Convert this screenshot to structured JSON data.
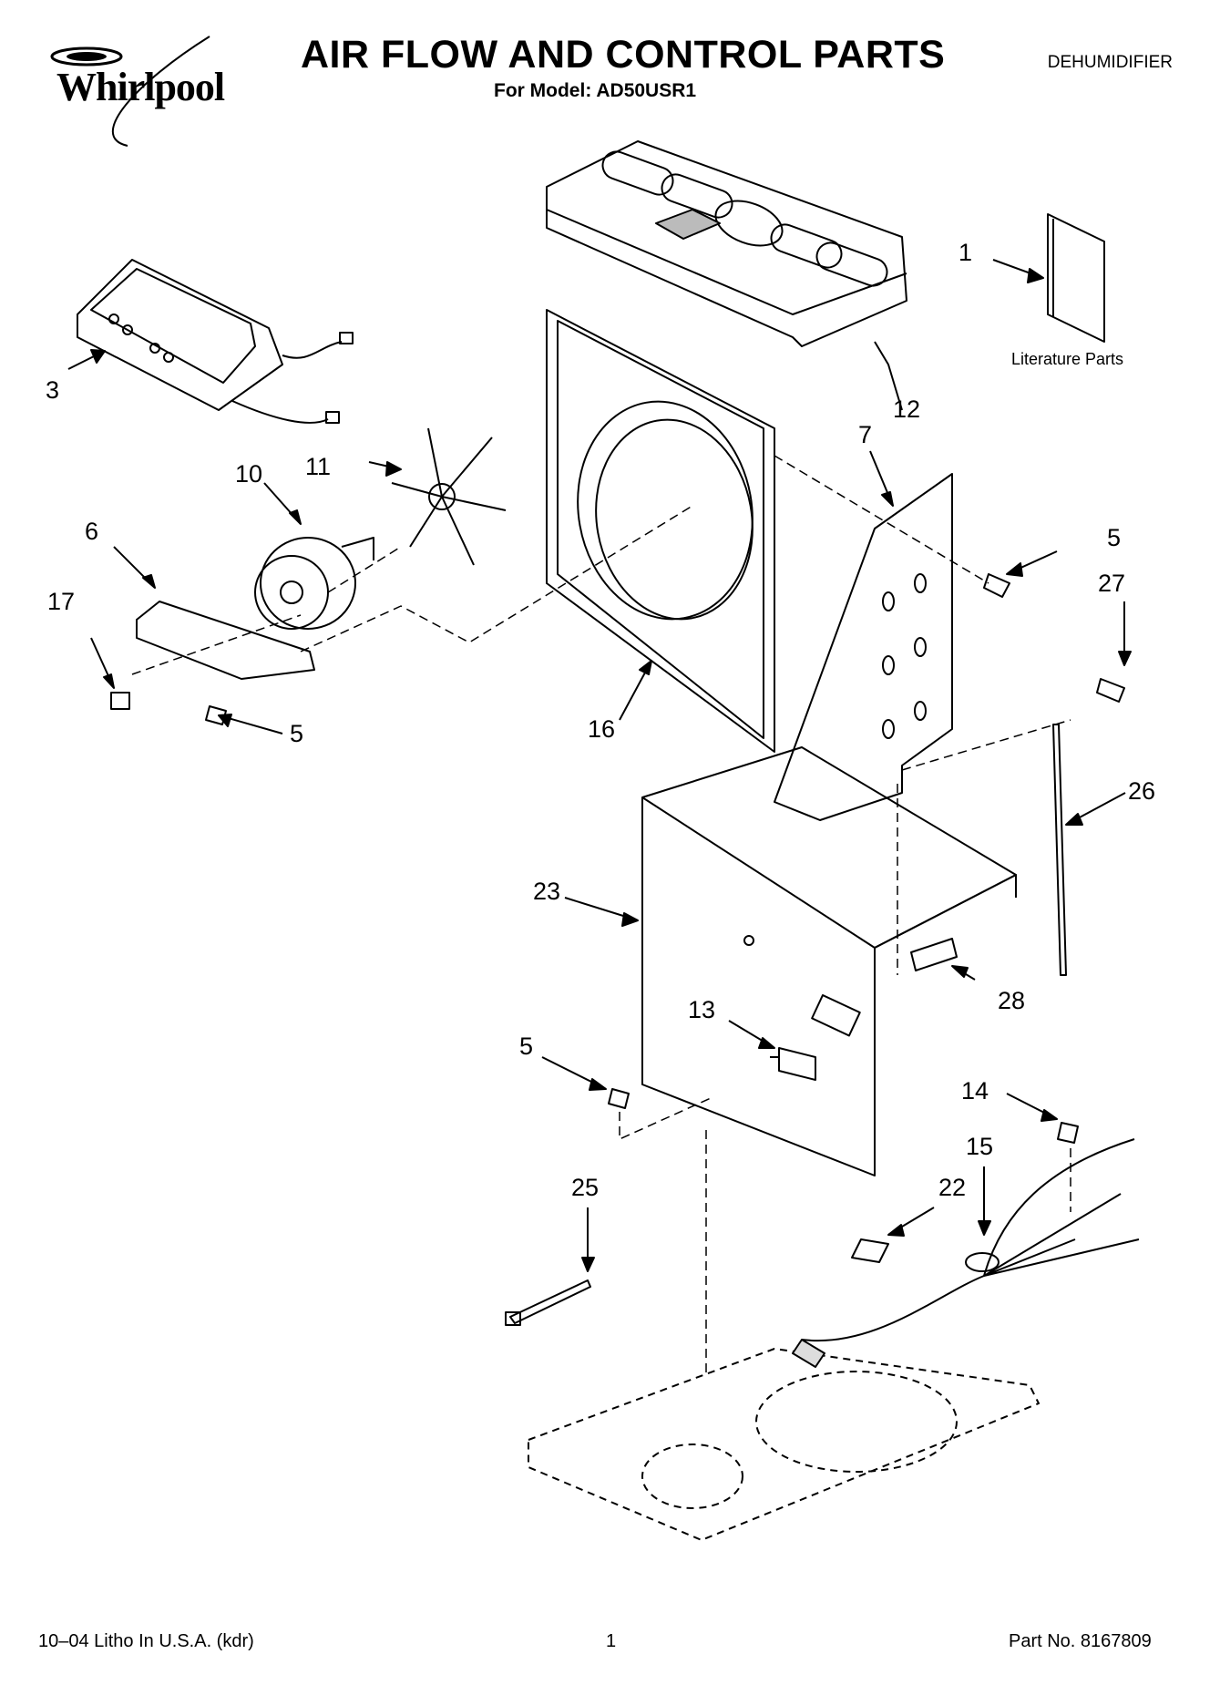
{
  "header": {
    "brand": "Whirlpool",
    "title": "AIR FLOW AND CONTROL PARTS",
    "model_line": "For Model: AD50USR1",
    "category": "DEHUMIDIFIER"
  },
  "callouts": {
    "n1": "1",
    "n3": "3",
    "n5a": "5",
    "n5b": "5",
    "n5c": "5",
    "n6": "6",
    "n7": "7",
    "n10": "10",
    "n11": "11",
    "n12": "12",
    "n13": "13",
    "n14": "14",
    "n15": "15",
    "n16": "16",
    "n17": "17",
    "n22": "22",
    "n23": "23",
    "n25": "25",
    "n26": "26",
    "n27": "27",
    "n28": "28"
  },
  "literature_caption": "Literature Parts",
  "footer": {
    "print_info": "10–04 Litho In U.S.A. (kdr)",
    "page": "1",
    "part_no": "Part No. 8167809"
  }
}
